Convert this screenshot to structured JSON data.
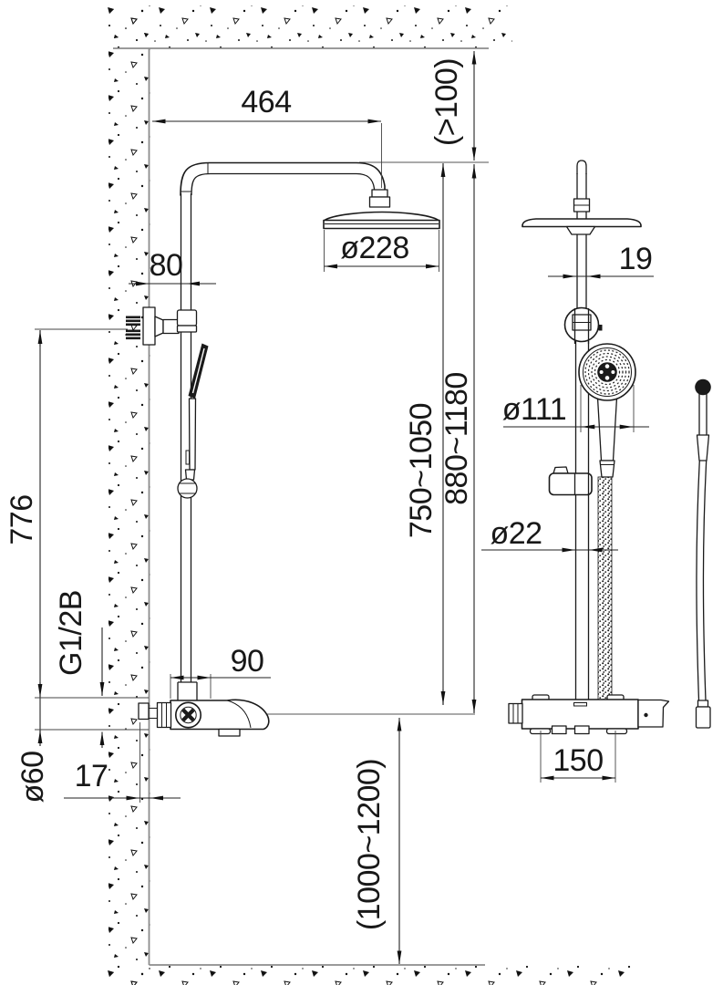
{
  "drawing": {
    "type": "installation dimension drawing",
    "subject": "thermostatic shower column with rain head and hand shower",
    "views": [
      "front view on wall",
      "side view",
      "shower hose"
    ]
  },
  "dimensions": {
    "arm_reach": "464",
    "ceiling_clearance": "(>100)",
    "rain_head_diameter": "ø228",
    "wall_to_riser": "80",
    "inlet_height": "776",
    "inlet_thread": "G1/2B",
    "escutcheon_diameter": "ø60",
    "wall_projection": "17",
    "valve_offset": "90",
    "riser_adjust_range": "750~1050",
    "overall_height_range": "880~1180",
    "install_height": "(1000~1200)",
    "pipe_width": "19",
    "hand_shower_diameter": "ø111",
    "rail_diameter": "ø22",
    "inlet_spacing": "150"
  },
  "colors": {
    "line_color": "#1a1a1a",
    "reference_color": "#8c8c8c",
    "background": "#ffffff"
  }
}
